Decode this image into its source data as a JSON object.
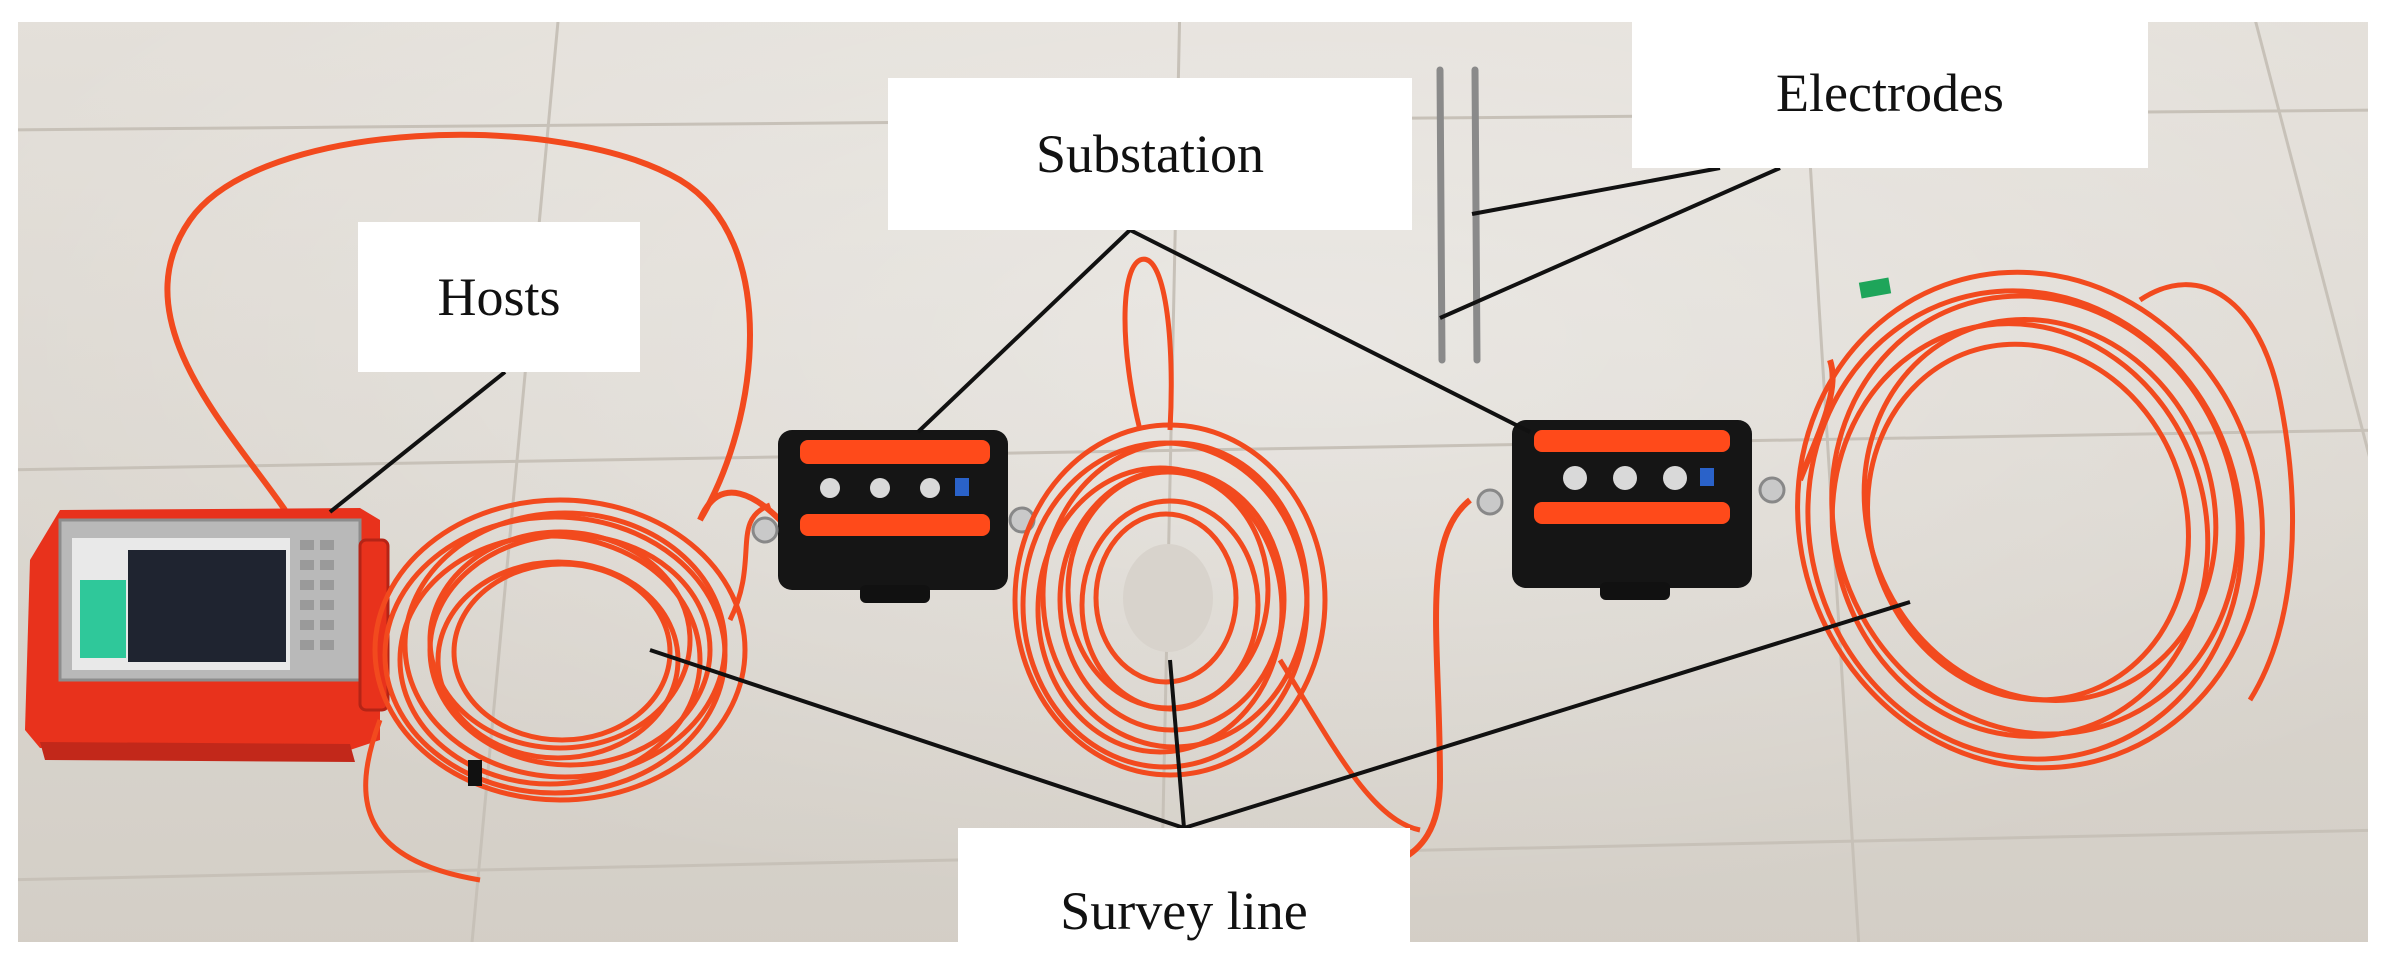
{
  "labels": {
    "hosts": "Hosts",
    "substation": "Substation",
    "electrodes": "Electrodes",
    "survey_line": "Survey line"
  },
  "colors": {
    "floor": "#dcd8d1",
    "floor_grout": "#c9c4bc",
    "cable": "#f24a1e",
    "host_body": "#e8321c",
    "host_panel": "#b9b9b9",
    "host_screen": "#1f2430",
    "host_screen_accent": "#2fc89a",
    "substation_body": "#151515",
    "substation_stripe": "#ff4a1a",
    "electrode": "#8c8c8c",
    "leader_line": "#111111"
  }
}
